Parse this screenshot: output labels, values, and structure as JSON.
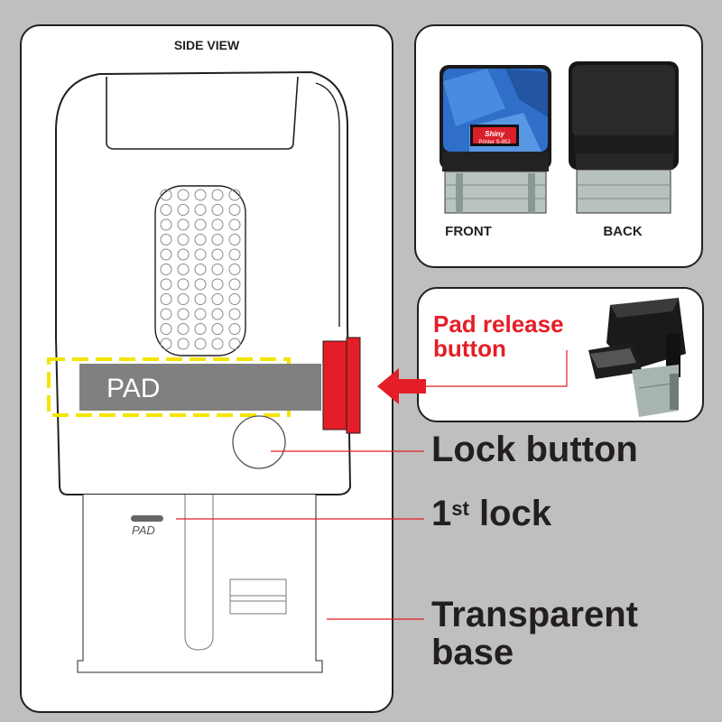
{
  "side_view": {
    "title": "SIDE VIEW",
    "pad_label": "PAD",
    "pad_marker_label": "PAD"
  },
  "photos": {
    "front_label": "FRONT",
    "back_label": "BACK",
    "brand_text": "Shiny",
    "model_text": "Printer S-852"
  },
  "callouts": {
    "pad_release": "Pad release button",
    "lock_button": "Lock button",
    "first_lock_number": "1",
    "first_lock_suffix": "st",
    "first_lock_word": "lock",
    "transparent_base": "Transparent base"
  },
  "colors": {
    "release_red": "#e41e26",
    "pad_gray": "#808080",
    "pad_outline_yellow": "#f5e400",
    "background": "#bfbfbf"
  }
}
